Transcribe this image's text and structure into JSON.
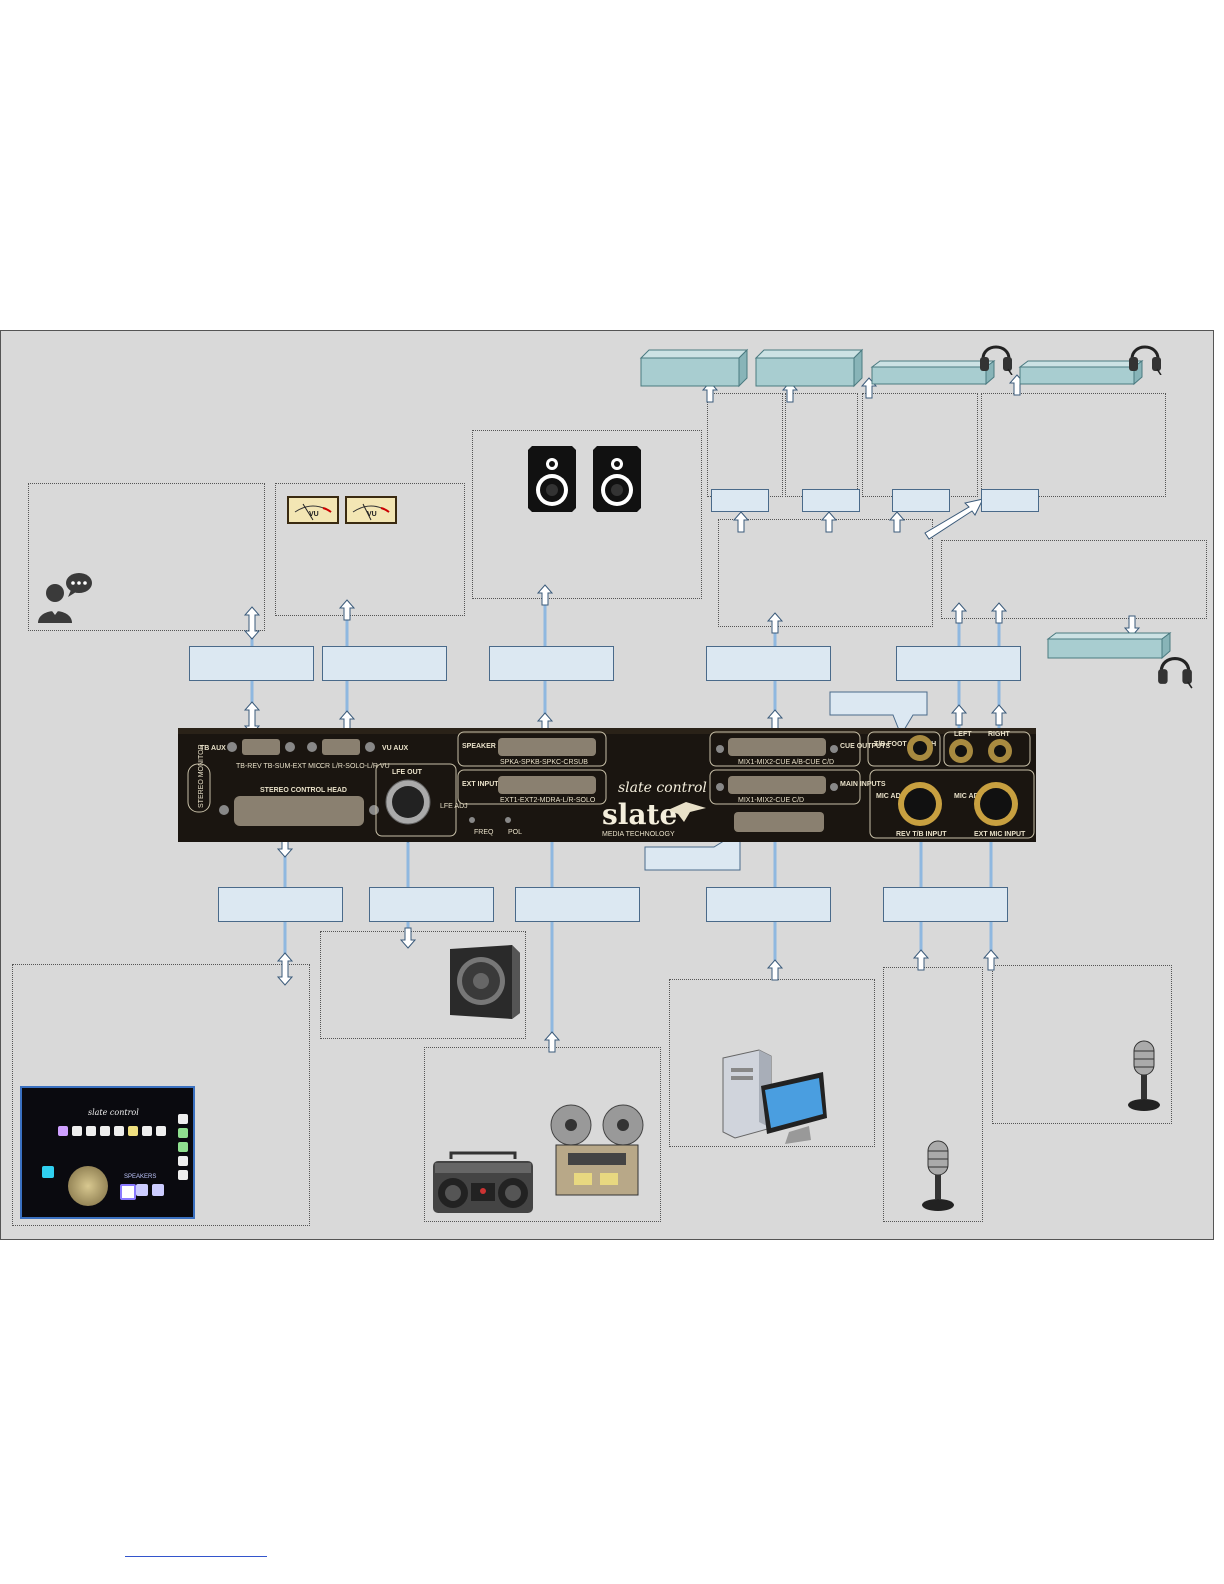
{
  "device": {
    "name": "STEREO MONITOR",
    "brand_script": "slate control",
    "brand_logo": "slate",
    "brand_sub": "MEDIA TECHNOLOGY",
    "ports": {
      "tb_aux": "TB AUX",
      "vu_aux": "VU AUX",
      "tb_sub": "TB-REV TB-SUM-EXT MIC",
      "vu_sub": "CR L/R-SOLO-L/R VU",
      "control_head": "STEREO CONTROL HEAD",
      "lfe_out": "LFE OUT",
      "lfe_adj": "LFE ADJ",
      "speaker_outputs": "SPEAKER OUTPUTS",
      "speaker_sub": "SPKA-SPKB-SPKC-CRSUB",
      "ext_inputs": "EXT INPUTS",
      "ext_sub": "EXT1-EXT2-MDRA-L/R-SOLO",
      "freq": "FREQ",
      "pol": "POL",
      "cue_outputs": "CUE OUTPUTS",
      "cue_sub": "MIX1-MIX2-CUE A/B-CUE C/D",
      "main_inputs": "MAIN INPUTS",
      "main_sub": "MIX1-MIX2-CUE C/D",
      "tb_foot_switch": "T/B FOOT SWITCH",
      "left": "LEFT",
      "right": "RIGHT",
      "mic_adj_1": "MIC ADJ",
      "mic_adj_2": "MIC ADJ",
      "rev_tb_input": "REV T/B INPUT",
      "ext_mic_input": "EXT MIC INPUT"
    }
  },
  "icons": {
    "talkback_person": "person-speech-bubble-icon",
    "vu_meters": "vu-meter-icon",
    "speakers": "studio-speaker-icon",
    "headphones": "headphones-icon",
    "subwoofer": "subwoofer-icon",
    "boombox": "boombox-icon",
    "tape_machine": "reel-to-reel-tape-icon",
    "computer": "desktop-computer-icon",
    "microphone": "microphone-icon",
    "controller": "stereo-control-head-icon"
  },
  "controller": {
    "brand": "slate control",
    "speakers": "SPEAKERS"
  },
  "vu_meter_label": "VU",
  "colors": {
    "background": "#d9d9d9",
    "label_fill": "#dce8f2",
    "slab_fill": "#a8cdd0",
    "connector_line": "#8fb8e0",
    "panel": "#1a1510"
  }
}
